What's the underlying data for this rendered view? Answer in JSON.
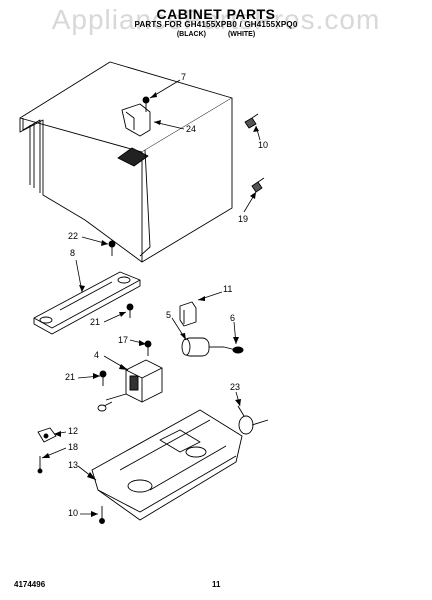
{
  "watermark": "AppliancePartsPros.com",
  "header": {
    "title": "CABINET PARTS",
    "model": "PARTS FOR GH4155XPB0 / GH4155XPQ0",
    "color_black": "(BLACK)",
    "color_white": "(WHITE)"
  },
  "callouts": {
    "c7": "7",
    "c24": "24",
    "c10a": "10",
    "c19": "19",
    "c22": "22",
    "c8": "8",
    "c21a": "21",
    "c11": "11",
    "c5": "5",
    "c6": "6",
    "c17": "17",
    "c4": "4",
    "c21b": "21",
    "c23": "23",
    "c12": "12",
    "c18": "18",
    "c13": "13",
    "c10b": "10"
  },
  "footer": {
    "doc_number": "4174496",
    "page": "11"
  }
}
